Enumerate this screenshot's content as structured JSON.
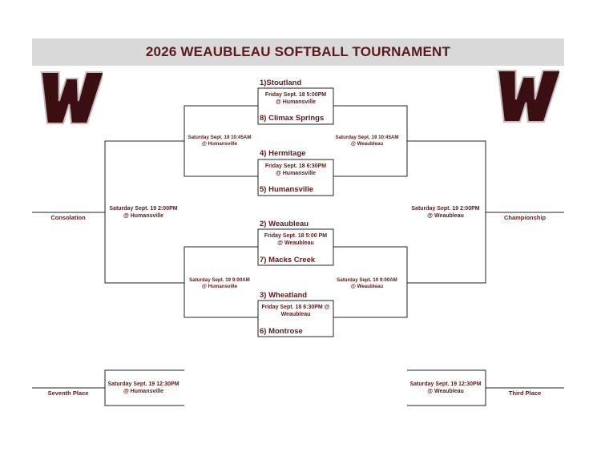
{
  "title": "2026 WEAUBLEAU SOFTBALL TOURNAMENT",
  "logo": {
    "letter": "W",
    "color": "#3b0f12",
    "outline": "#c9b9b9"
  },
  "colors": {
    "text": "#5a1a1a",
    "lines": "#222222",
    "title_bg": "#d9d9d9"
  },
  "teams": {
    "t1": "1)Stoutland",
    "t8": "8) Climax Springs",
    "t4": "4)  Hermitage",
    "t5": "5)  Humansville",
    "t2": "2)  Weaubleau",
    "t7": "7)  Macks Creek",
    "t3": "3)  Wheatland",
    "t6": "6)  Montrose"
  },
  "games": {
    "g1": [
      "Friday Sept. 18 5:00PM",
      "@ Humansville"
    ],
    "g2": [
      "Friday Sept. 18 6:30PM",
      "@ Humansville"
    ],
    "g3": [
      "Friday Sept. 18 5:00 PM",
      "@ Weaubleau"
    ],
    "g4": [
      "Friday Sept. 18 6:30PM @",
      "Weaubleau"
    ],
    "wsf_top": [
      "Saturday Sept. 19 10:45AM",
      "@ Weaubleau"
    ],
    "lsf_top": [
      "Saturday Sept. 19 10:45AM",
      "@ Humansville"
    ],
    "wsf_bot": [
      "Saturday Sept. 19 9:00AM",
      "@ Weaubleau"
    ],
    "lsf_bot": [
      "Saturday Sept. 19 9:00AM",
      "@ Humansville"
    ],
    "champ": [
      "Saturday Sept. 19 2:00PM",
      "@ Weaubleau"
    ],
    "consol": [
      "Saturday Sept. 19 2:00PM",
      "@ Humansville"
    ],
    "third": [
      "Saturday Sept. 19 12:30PM",
      "@ Weaubleau"
    ],
    "seventh": [
      "Saturday Sept. 19 12:30PM",
      "@ Humansville"
    ]
  },
  "places": {
    "championship": "Championship",
    "consolation": "Consolation",
    "third": "Third Place",
    "seventh": "Seventh Place"
  }
}
